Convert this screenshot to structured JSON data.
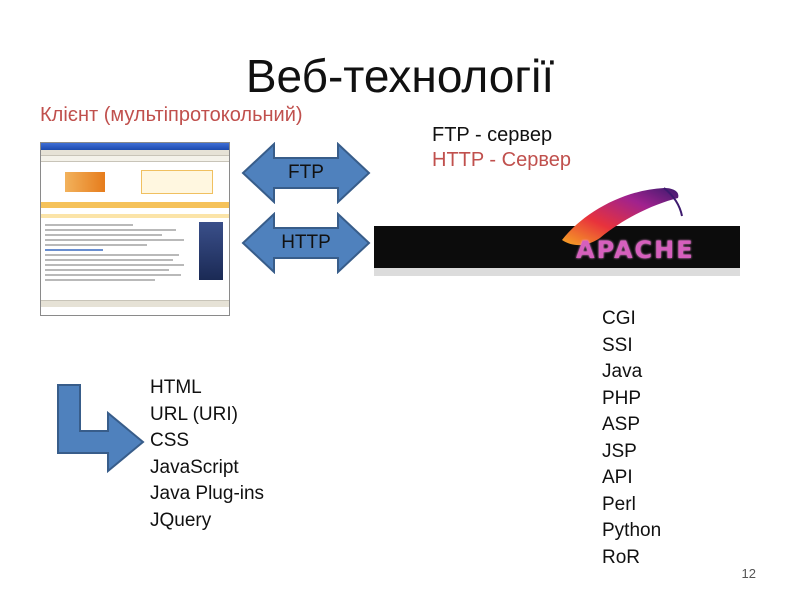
{
  "slide": {
    "title": "Веб-технології",
    "client_label": "Клієнт (мультіпротокольний)",
    "server_ftp": "FTP - сервер",
    "server_http": "HTTP - Сервер",
    "arrows": {
      "ftp": "FTP",
      "http": "HTTP"
    },
    "apache_logo_text": "APACHE",
    "client_tech": [
      "HTML",
      "URL (URI)",
      "CSS",
      "JavaScript",
      "Java Plug-ins",
      "JQuery"
    ],
    "server_tech": [
      "CGI",
      "SSI",
      "Java",
      "PHP",
      "ASP",
      "JSP",
      "API",
      "Perl",
      "Python",
      "RoR"
    ],
    "page_number": "12"
  },
  "colors": {
    "accent_red": "#c0504d",
    "arrow_fill": "#4f81bd",
    "arrow_stroke": "#385d8a"
  }
}
